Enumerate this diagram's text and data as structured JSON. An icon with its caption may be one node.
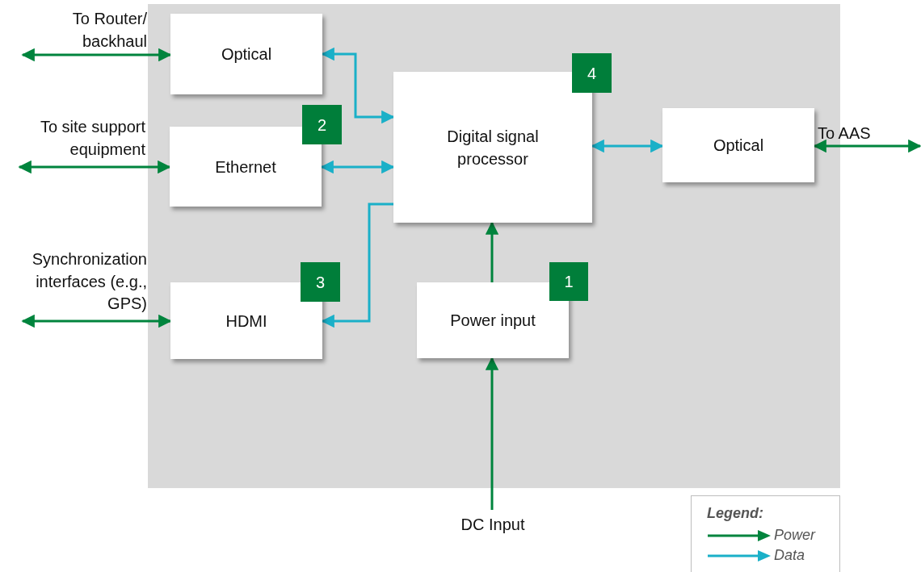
{
  "diagram": {
    "nodes": [
      {
        "text": [],
        "shape": "box"
      },
      {
        "text": [
          "Optical"
        ],
        "in": 0
      },
      {
        "text": [
          "Digital signal processor"
        ],
        "in": 0
      },
      {
        "text": [
          "4"
        ],
        "in": 0
      },
      {
        "text": [
          "Optical"
        ],
        "in": 0
      },
      {
        "text": [
          "2"
        ],
        "in": 0
      },
      {
        "text": [
          "Ethernet"
        ],
        "in": 0
      },
      {
        "text": [
          "3"
        ],
        "in": 0
      },
      {
        "text": [
          "HDMI"
        ],
        "in": 0
      },
      {
        "text": [
          "1"
        ],
        "in": 0
      },
      {
        "text": [
          "Power input"
        ],
        "in": 0
      },
      {
        "text": [
          "DC Input"
        ]
      }
    ],
    "edges": [
      {
        "from": null,
        "to": 1,
        "arrow": "both",
        "label": "To Router/ backhaul"
      },
      {
        "from": null,
        "to": 6,
        "arrow": "both",
        "label": "To site support equipment"
      },
      {
        "from": null,
        "to": 8,
        "arrow": "both",
        "label": "Synchronization interfaces (e.g., GPS)"
      },
      {
        "from": 1,
        "to": 2,
        "arrow": "both",
        "color": "#1ab0c8"
      },
      {
        "from": 6,
        "to": 2,
        "arrow": "both",
        "color": "#1ab0c8"
      },
      {
        "from": 2,
        "to": 8,
        "arrow": "to",
        "color": "#1ab0c8"
      },
      {
        "from": 2,
        "to": 4,
        "arrow": "both",
        "color": "#1ab0c8"
      },
      {
        "from": 4,
        "to": null,
        "arrow": "both",
        "label": "To AAS"
      },
      {
        "from": 10,
        "to": 2,
        "arrow": "to"
      },
      {
        "from": 11,
        "to": 10,
        "arrow": "to"
      }
    ],
    "labels": [
      "Legend:"
    ],
    "legend": [
      {
        "text": "Power"
      },
      {
        "text": "Data"
      }
    ]
  }
}
